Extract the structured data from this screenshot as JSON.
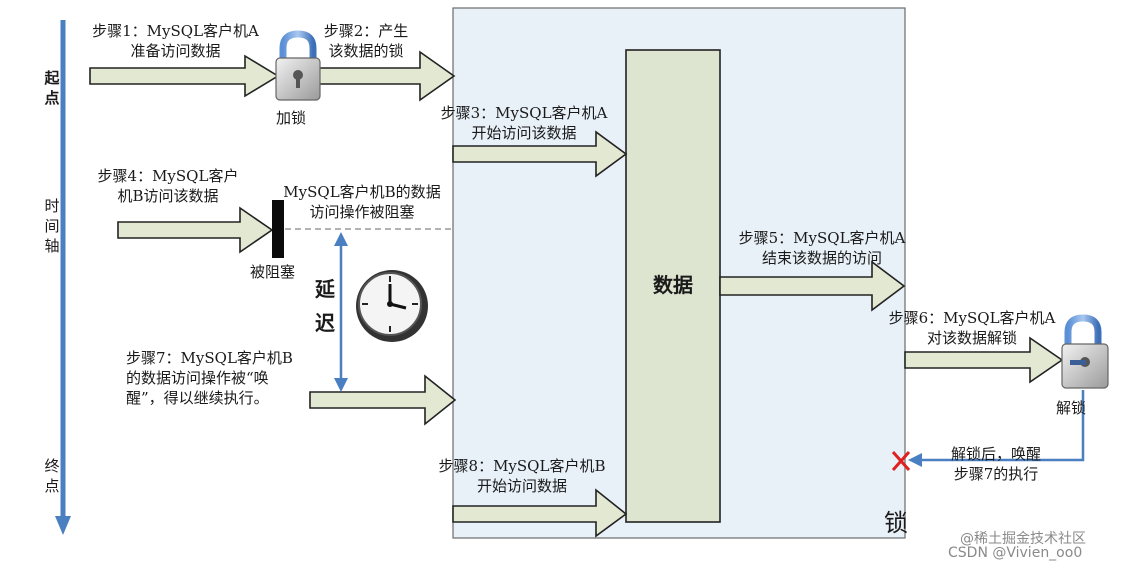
{
  "timeline": {
    "start_label": "起\n点",
    "axis_label": "时\n间\n轴",
    "end_label": "终\n点"
  },
  "steps": {
    "step1": "步骤1：MySQL客户机A\n准备访问数据",
    "step2": "步骤2：产生\n该数据的锁",
    "step3": "步骤3：MySQL客户机A\n开始访问该数据",
    "step4": "步骤4：MySQL客户\n机B访问该数据",
    "blocked_note": "MySQL客户机B的数据\n访问操作被阻塞",
    "step5": "步骤5：MySQL客户机A\n结束该数据的访问",
    "step6": "步骤6：MySQL客户机A\n对该数据解锁",
    "step7": "步骤7：MySQL客户机B\n的数据访问操作被“唤\n醒”，得以继续执行。",
    "step8": "步骤8：MySQL客户机B\n开始访问数据",
    "wake_note": "解锁后，唤醒\n步骤7的执行"
  },
  "labels": {
    "lock": "加锁",
    "blocked": "被阻塞",
    "delay": "延\n迟",
    "data": "数据",
    "lock_region": "锁",
    "unlock": "解锁"
  },
  "watermark": {
    "line1": "@稀土掘金技术社区",
    "line2": "CSDN @Vivien_oo0"
  },
  "colors": {
    "lock_region_fill": "#e8f0f8",
    "arrow_fill": "#e2e8d2",
    "data_box_fill": "#dde4d0",
    "axis_blue": "#4a7fc1",
    "cross_red": "#e02020"
  }
}
